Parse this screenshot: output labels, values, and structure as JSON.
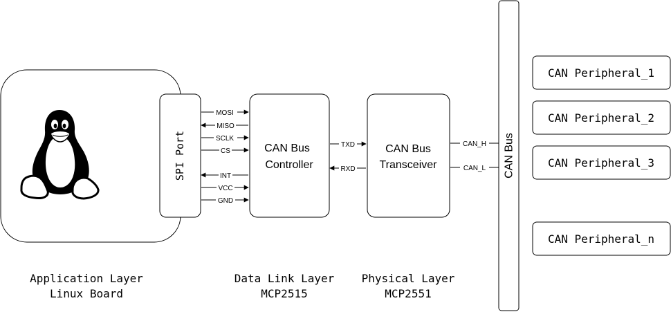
{
  "board": {
    "spi_port_label": "SPI Port"
  },
  "controller": {
    "line1": "CAN Bus",
    "line2": "Controller"
  },
  "transceiver": {
    "line1": "CAN Bus",
    "line2": "Transceiver"
  },
  "bus": {
    "label": "CAN Bus"
  },
  "spi_signals": [
    "MOSI",
    "MISO",
    "SCLK",
    "CS",
    "INT",
    "VCC",
    "GND"
  ],
  "link_signals": {
    "tx": "TXD",
    "rx": "RXD"
  },
  "bus_signals": {
    "high": "CAN_H",
    "low": "CAN_L"
  },
  "peripherals": [
    "CAN Peripheral_1",
    "CAN Peripheral_2",
    "CAN Peripheral_3",
    "CAN Peripheral_n"
  ],
  "layers": {
    "application": {
      "name": "Application Layer",
      "device": "Linux Board"
    },
    "data_link": {
      "name": "Data Link Layer",
      "device": "MCP2515"
    },
    "physical": {
      "name": "Physical Layer",
      "device": "MCP2551"
    }
  },
  "icons": {
    "board_logo": "linux-tux-penguin-icon"
  }
}
